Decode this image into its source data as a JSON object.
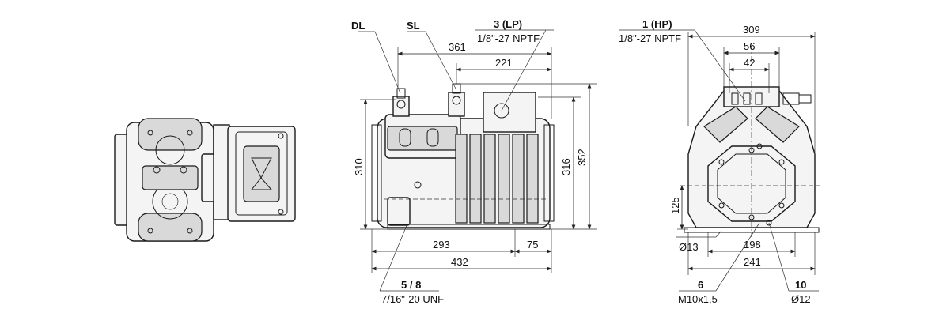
{
  "labels": {
    "dl": "DL",
    "sl": "SL",
    "lp_title": "3 (LP)",
    "lp_thread": "1/8\"-27 NPTF",
    "hp_title": "1 (HP)",
    "hp_thread": "1/8\"-27 NPTF",
    "drain_title": "5 / 8",
    "drain_thread": "7/16\"-20 UNF",
    "mount_title": "6",
    "mount_thread": "M10x1,5",
    "hole_title": "10",
    "hole_dia": "Ø12"
  },
  "dims": {
    "d361": "361",
    "d221": "221",
    "d310": "310",
    "d316": "316",
    "d352": "352",
    "d293": "293",
    "d75": "75",
    "d432": "432",
    "d309": "309",
    "d56": "56",
    "d42": "42",
    "d125": "125",
    "d198": "198",
    "d13": "Ø13",
    "d241": "241"
  }
}
